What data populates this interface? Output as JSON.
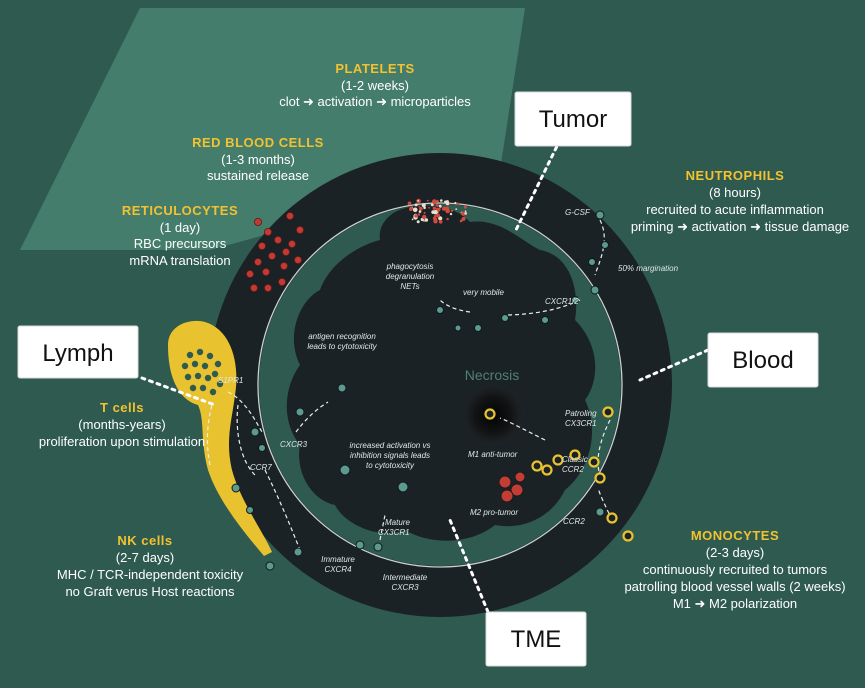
{
  "callouts": {
    "tumor": "Tumor",
    "lymph": "Lymph",
    "blood": "Blood",
    "tme": "TME"
  },
  "sections": {
    "platelets": {
      "title": "PLATELETS",
      "duration": "(1-2 weeks)",
      "desc": "clot ➜ activation ➜ microparticles"
    },
    "rbc": {
      "title": "RED BLOOD CELLS",
      "duration": "(1-3 months)",
      "desc": "sustained release"
    },
    "reticulocytes": {
      "title": "RETICULOCYTES",
      "duration": "(1 day)",
      "desc1": "RBC precursors",
      "desc2": "mRNA translation"
    },
    "neutrophils": {
      "title": "NEUTROPHILS",
      "duration": "(8 hours)",
      "desc1": "recruited to acute inflammation",
      "desc2": "priming ➜ activation ➜ tissue damage"
    },
    "tcells": {
      "title": "T cells",
      "duration": "(months-years)",
      "desc": "proliferation upon stimulation"
    },
    "nkcells": {
      "title": "NK cells",
      "duration": "(2-7 days)",
      "desc1": "MHC / TCR-independent toxicity",
      "desc2": "no Graft verus Host reactions"
    },
    "monocytes": {
      "title": "MONOCYTES",
      "duration": "(2-3 days)",
      "desc1": "continuously recruited to tumors",
      "desc2": "patrolling blood vessel walls (2 weeks)",
      "desc3": "M1 ➜ M2 polarization"
    }
  },
  "annotations": {
    "gcsf": "G-CSF",
    "margination": "50% margination",
    "cxcr12": "CXCR1/2",
    "very_mobile": "very mobile",
    "phagocytosis": "phagocytosis",
    "degranulation": "degranulation",
    "nets": "NETs",
    "antigen1": "antigen recognition",
    "antigen2": "leads to cytotoxicity",
    "s1pr1": "S1PR1",
    "cxcr3": "CXCR3",
    "ccr7": "CCR7",
    "increased1": "increased activation vs",
    "increased2": "inhibition signals leads",
    "increased3": "to cytotoxicity",
    "mature1": "Mature",
    "mature2": "CX3CR1",
    "immature1": "Immature",
    "immature2": "CXCR4",
    "intermediate1": "Intermediate",
    "intermediate2": "CXCR3",
    "patrolling1": "Patroling",
    "patrolling2": "CX3CR1",
    "m1": "M1 anti-tumor",
    "classic": "Classic",
    "ccr2a": "CCR2",
    "m2": "M2 pro-tumor",
    "ccr2b": "CCR2",
    "necrosis": "Necrosis"
  },
  "colors": {
    "background": "#2f5a50",
    "ring": "#1b2226",
    "gold": "#f2c230",
    "red": "#c94a3a"
  }
}
